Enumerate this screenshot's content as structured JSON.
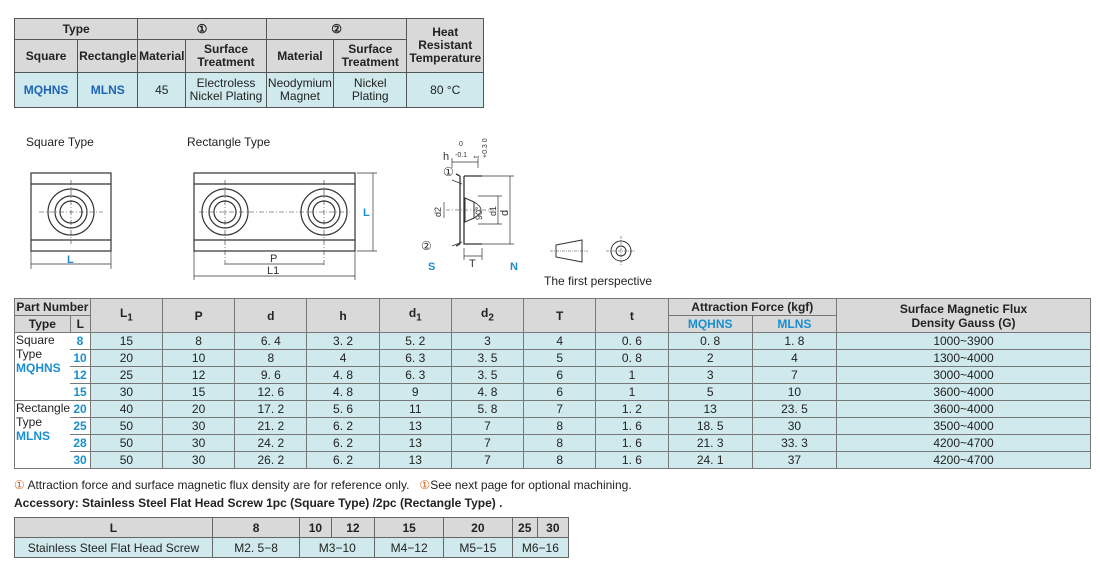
{
  "spec_table": {
    "h_type": "Type",
    "h_1": "①",
    "h_2": "②",
    "h_heat": "Heat Resistant Temperature",
    "h_square": "Square",
    "h_rect": "Rectangle",
    "h_material1": "Material",
    "h_surface1": "Surface Treatment",
    "h_material2": "Material",
    "h_surface2": "Surface Treatment",
    "v_square": "MQHNS",
    "v_rect": "MLNS",
    "v_material1": "45",
    "v_surface1": "Electroless Nickel Plating",
    "v_material2": "Neodymium Magnet",
    "v_surface2": "Nickel Plating",
    "v_heat": "80 °C"
  },
  "drawings": {
    "square_caption": "Square Type",
    "rect_caption": "Rectangle Type",
    "label_L": "L",
    "label_P": "P",
    "label_L1": "L1",
    "label_h": "h",
    "label_tol_h_top": "0",
    "label_tol_h_bot": "-0.1",
    "label_t": "t",
    "label_tol_t": "+0.3 0",
    "label_d": "d",
    "label_d1": "d1",
    "label_d2": "d2",
    "label_angle": "90°",
    "label_c1": "①",
    "label_c2": "②",
    "label_S": "S",
    "label_T": "T",
    "label_N": "N",
    "perspective_caption": "The first perspective"
  },
  "dimension_table": {
    "h_part_number": "Part Number",
    "h_type": "Type",
    "h_L": "L",
    "h_L1": "L1",
    "h_P": "P",
    "h_d": "d",
    "h_h": "h",
    "h_d1": "d1",
    "h_d2": "d2",
    "h_T": "T",
    "h_t": "t",
    "h_attraction": "Attraction Force (kgf)",
    "h_mqhns": "MQHNS",
    "h_mlns": "MLNS",
    "h_flux": "Surface Magnetic Flux Density Gauss (G)",
    "square_label_1": "Square",
    "square_label_2": "Type",
    "square_label_3": "MQHNS",
    "rect_label_1": "Rectangle",
    "rect_label_2": "Type",
    "rect_label_3": "MLNS",
    "rows": [
      {
        "L": "8",
        "L1": "15",
        "P": "8",
        "d": "6. 4",
        "h": "3. 2",
        "d1": "5. 2",
        "d2": "3",
        "T": "4",
        "t": "0. 6",
        "mq": "0. 8",
        "ml": "1. 8",
        "flux": "1000~3900"
      },
      {
        "L": "10",
        "L1": "20",
        "P": "10",
        "d": "8",
        "h": "4",
        "d1": "6. 3",
        "d2": "3. 5",
        "T": "5",
        "t": "0. 8",
        "mq": "2",
        "ml": "4",
        "flux": "1300~4000"
      },
      {
        "L": "12",
        "L1": "25",
        "P": "12",
        "d": "9. 6",
        "h": "4. 8",
        "d1": "6. 3",
        "d2": "3. 5",
        "T": "6",
        "t": "1",
        "mq": "3",
        "ml": "7",
        "flux": "3000~4000"
      },
      {
        "L": "15",
        "L1": "30",
        "P": "15",
        "d": "12. 6",
        "h": "4. 8",
        "d1": "9",
        "d2": "4. 8",
        "T": "6",
        "t": "1",
        "mq": "5",
        "ml": "10",
        "flux": "3600~4000"
      },
      {
        "L": "20",
        "L1": "40",
        "P": "20",
        "d": "17. 2",
        "h": "5. 6",
        "d1": "11",
        "d2": "5. 8",
        "T": "7",
        "t": "1. 2",
        "mq": "13",
        "ml": "23. 5",
        "flux": "3600~4000"
      },
      {
        "L": "25",
        "L1": "50",
        "P": "30",
        "d": "21. 2",
        "h": "6. 2",
        "d1": "13",
        "d2": "7",
        "T": "8",
        "t": "1. 6",
        "mq": "18. 5",
        "ml": "30",
        "flux": "3500~4000"
      },
      {
        "L": "28",
        "L1": "50",
        "P": "30",
        "d": "24. 2",
        "h": "6. 2",
        "d1": "13",
        "d2": "7",
        "T": "8",
        "t": "1. 6",
        "mq": "21. 3",
        "ml": "33. 3",
        "flux": "4200~4700"
      },
      {
        "L": "30",
        "L1": "50",
        "P": "30",
        "d": "26. 2",
        "h": "6. 2",
        "d1": "13",
        "d2": "7",
        "T": "8",
        "t": "1. 6",
        "mq": "24. 1",
        "ml": "37",
        "flux": "4200~4700"
      }
    ]
  },
  "notes": {
    "n1_mark": "①",
    "n1": "Attraction force and surface magnetic flux density are for reference only.",
    "n2_mark": "①",
    "n2": "See next page for optional machining.",
    "accessory_prefix": "Accessory",
    "accessory": ": Stainless Steel Flat Head Screw 1pc (Square Type) /2pc (Rectangle Type) ."
  },
  "accessory_table": {
    "h_L": "L",
    "cols": [
      "8",
      "10",
      "12",
      "15",
      "20",
      "25",
      "30"
    ],
    "row_label": "Stainless Steel Flat Head Screw",
    "vals": [
      "M2. 5−8",
      "M3−10",
      "M4−12",
      "M5−15",
      "M6−16"
    ]
  }
}
